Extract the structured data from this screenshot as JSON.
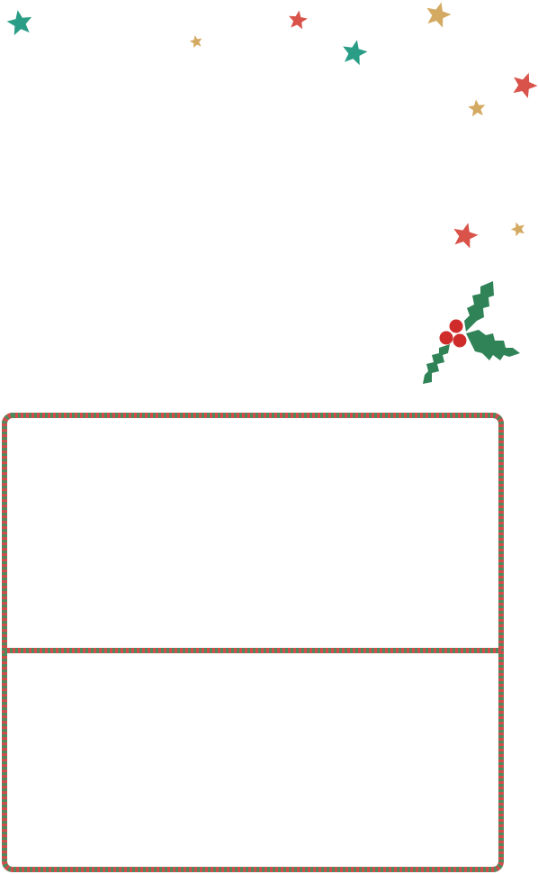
{
  "palette": {
    "teal": "#2a9d87",
    "red": "#d9534a",
    "gold": "#d4aa63",
    "holly_green": "#2f8356",
    "berry": "#cf2b2b",
    "border_red": "#d64a4a",
    "border_green": "#4e8a5e"
  },
  "decorations": {
    "stars": [
      {
        "name": "star-teal-1",
        "color": "teal"
      },
      {
        "name": "star-red-1",
        "color": "red"
      },
      {
        "name": "star-gold-1",
        "color": "gold"
      },
      {
        "name": "star-gold-small-1",
        "color": "gold"
      },
      {
        "name": "star-teal-2",
        "color": "teal"
      },
      {
        "name": "star-red-2",
        "color": "red"
      },
      {
        "name": "star-gold-2",
        "color": "gold"
      },
      {
        "name": "star-red-3",
        "color": "red"
      },
      {
        "name": "star-gold-small-2",
        "color": "gold"
      }
    ],
    "holly_icon": "holly-sprig-icon"
  },
  "card": {
    "panels": [
      {
        "name": "top-panel",
        "text": ""
      },
      {
        "name": "bottom-panel",
        "text": ""
      }
    ]
  }
}
